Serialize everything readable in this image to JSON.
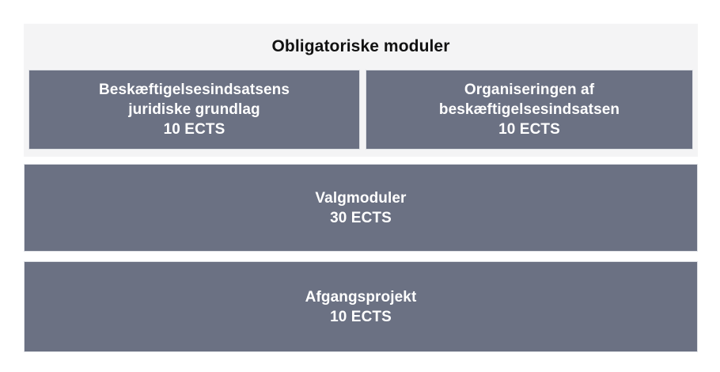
{
  "diagram": {
    "title": "Obligatoriske moduler",
    "mandatory_modules": [
      {
        "name": "module-legal-basis",
        "line1": "Beskæftigelsesindsatsens",
        "line2": "juridiske grundlag",
        "ects": "10 ECTS"
      },
      {
        "name": "module-organisation",
        "line1": "Organiseringen af",
        "line2": "beskæftigelsesindsatsen",
        "ects": "10 ECTS"
      }
    ],
    "elective_module": {
      "name": "module-elective",
      "line1": "Valgmoduler",
      "ects": "30 ECTS"
    },
    "final_project": {
      "name": "module-final-project",
      "line1": "Afgangsprojekt",
      "ects": "10 ECTS"
    },
    "colors": {
      "box_fill": "#6b7183",
      "box_border": "#dfe1e6",
      "panel_background": "#f4f4f5",
      "page_background": "#ffffff",
      "box_text": "#ffffff",
      "title_text": "#121212"
    }
  }
}
